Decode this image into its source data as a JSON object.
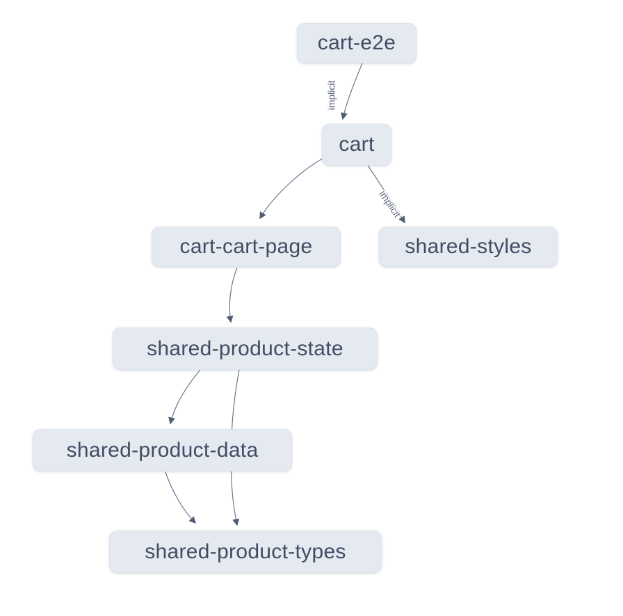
{
  "diagram": {
    "kind": "project-dependency-graph",
    "colors": {
      "background": "#ffffff",
      "node_fill": "#e5e9f0",
      "node_border": "#dfe4ec",
      "node_text": "#414d63",
      "edge_line": "#6b7590",
      "arrowhead": "#505c75",
      "edge_label_text": "#5b6578"
    },
    "nodes": [
      {
        "id": "cart-e2e",
        "label": "cart-e2e"
      },
      {
        "id": "cart",
        "label": "cart"
      },
      {
        "id": "cart-cart-page",
        "label": "cart-cart-page"
      },
      {
        "id": "shared-styles",
        "label": "shared-styles"
      },
      {
        "id": "shared-product-state",
        "label": "shared-product-state"
      },
      {
        "id": "shared-product-data",
        "label": "shared-product-data"
      },
      {
        "id": "shared-product-types",
        "label": "shared-product-types"
      }
    ],
    "edges": [
      {
        "source": "cart-e2e",
        "target": "cart",
        "label": "implicit"
      },
      {
        "source": "cart",
        "target": "cart-cart-page",
        "label": ""
      },
      {
        "source": "cart",
        "target": "shared-styles",
        "label": "implicit"
      },
      {
        "source": "cart-cart-page",
        "target": "shared-product-state",
        "label": ""
      },
      {
        "source": "shared-product-state",
        "target": "shared-product-data",
        "label": ""
      },
      {
        "source": "shared-product-state",
        "target": "shared-product-types",
        "label": ""
      },
      {
        "source": "shared-product-data",
        "target": "shared-product-types",
        "label": ""
      }
    ]
  }
}
